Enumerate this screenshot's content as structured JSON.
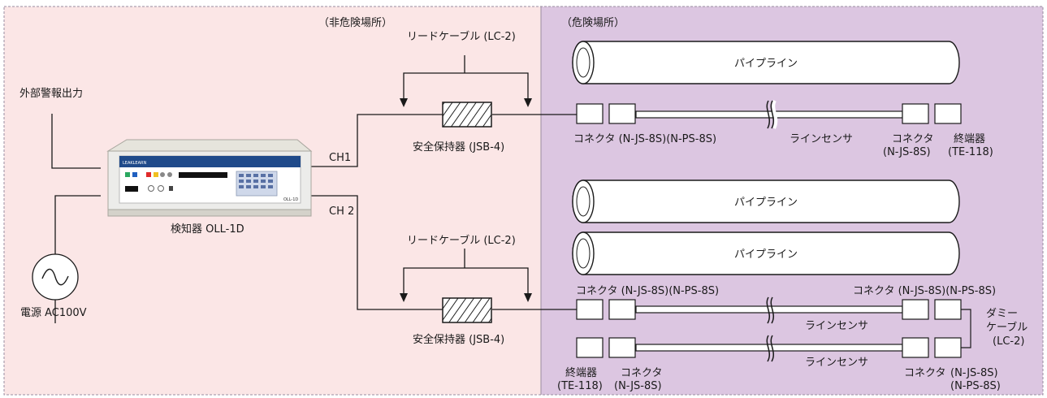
{
  "zones": {
    "non_hazardous": "（非危険場所）",
    "hazardous": "（危険場所）"
  },
  "detector": {
    "label": "検知器 OLL-1D",
    "brand": "LEAKLEARN",
    "panel_tag": "OLL-1D"
  },
  "power": {
    "label": "電源 AC100V"
  },
  "alarm": {
    "label": "外部警報出力"
  },
  "channels": {
    "ch1": "CH1",
    "ch2": "CH 2"
  },
  "lead_cable": "リードケーブル (LC-2)",
  "barrier": "安全保持器 (JSB-4)",
  "pipeline": "パイプライン",
  "line_sensor": "ラインセンサ",
  "connector_pair": "コネクタ (N-JS-8S)(N-PS-8S)",
  "connector_word": "コネクタ",
  "connector_js": "(N-JS-8S)",
  "connector_ps": "(N-PS-8S)",
  "terminator": "終端器",
  "terminator_model": "(TE-118)",
  "dummy_cable": [
    "ダミー",
    "ケーブル",
    "(LC-2)"
  ],
  "colors": {
    "left_bg": "#fbe6e6",
    "right_bg": "#dcc6e1",
    "border": "#9a8ca0"
  }
}
